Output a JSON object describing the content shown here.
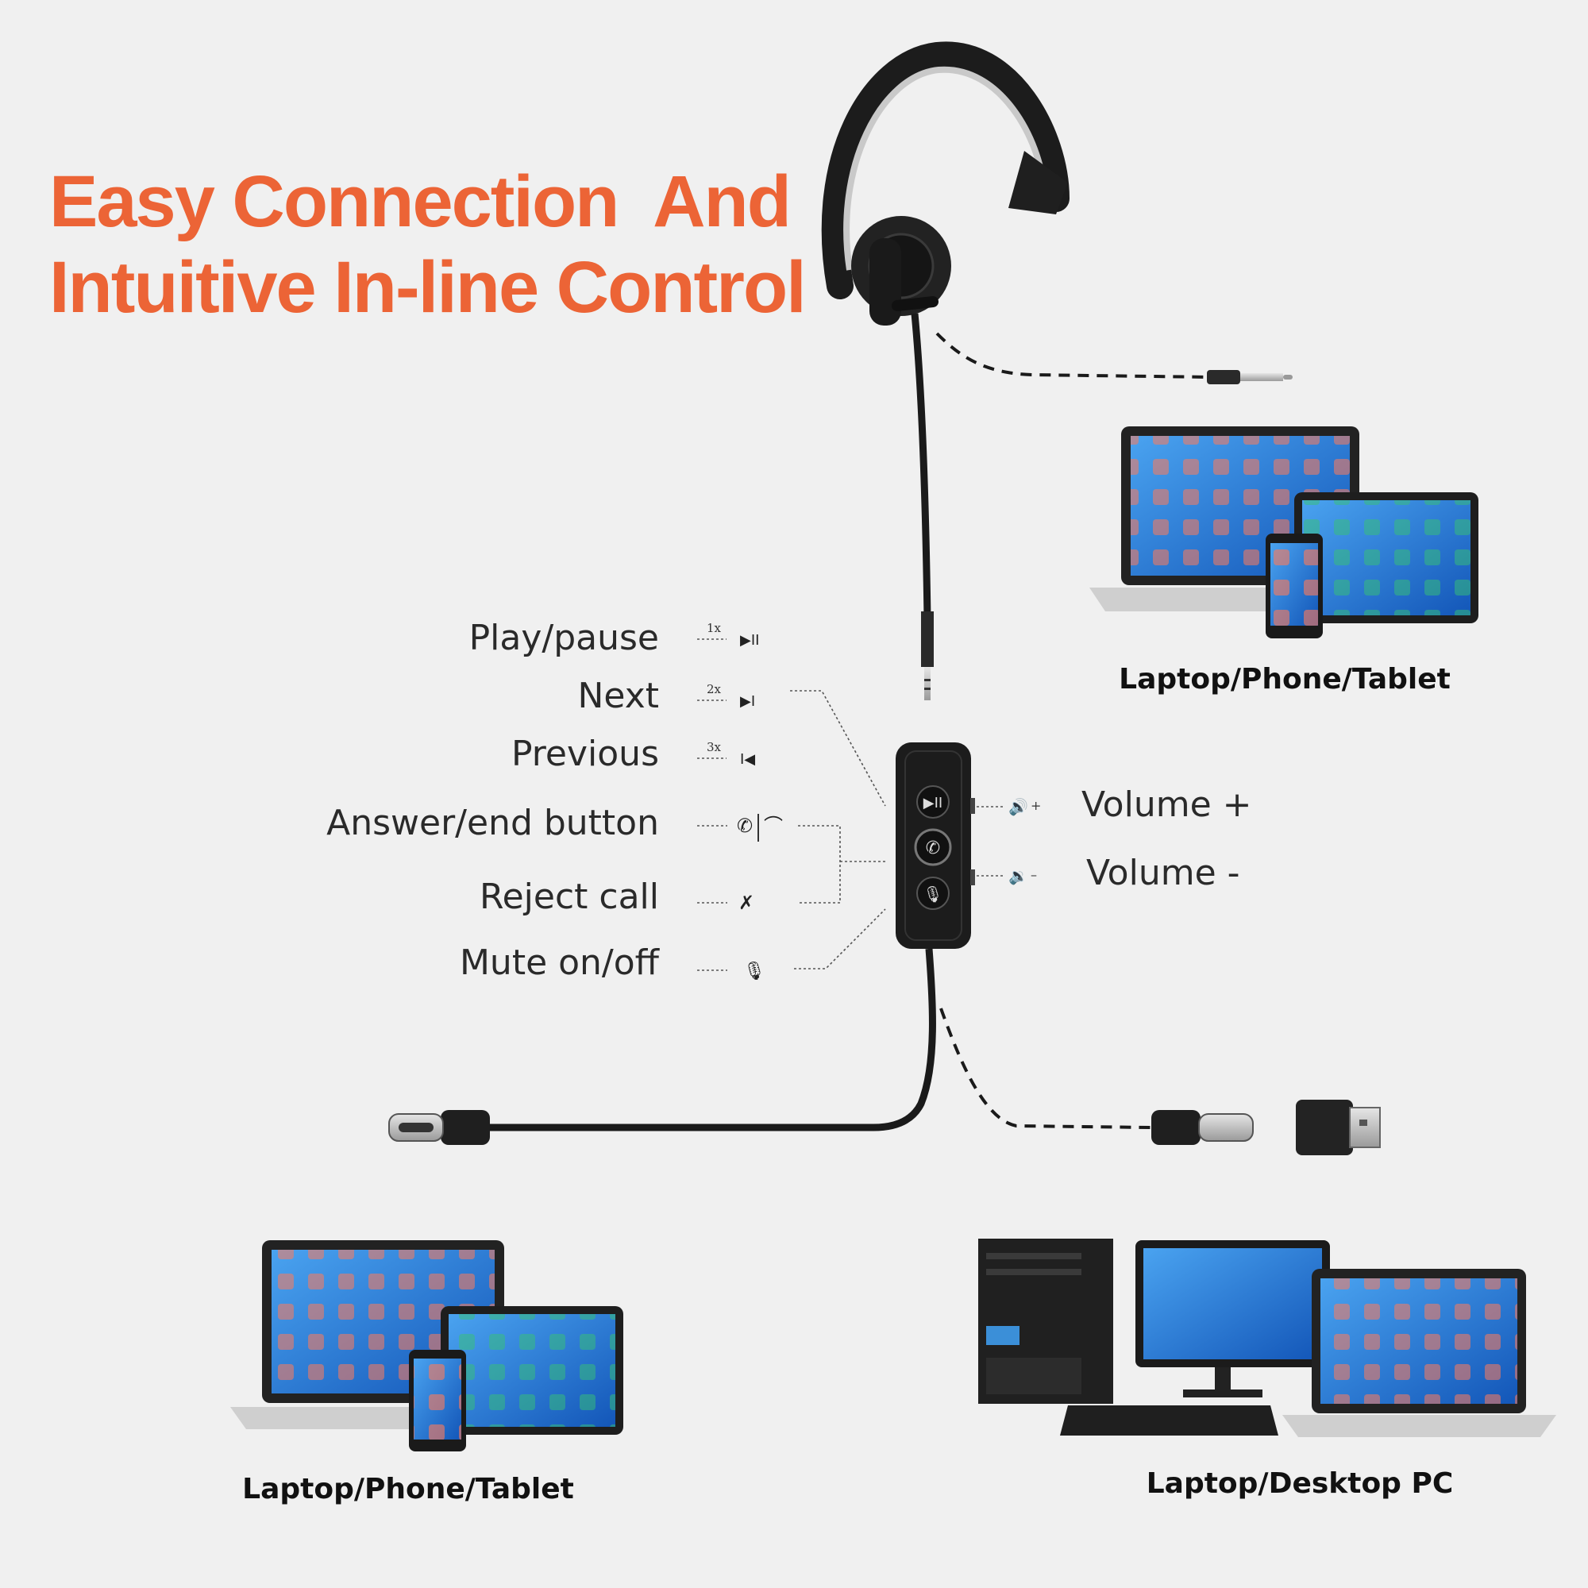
{
  "title": {
    "line1": "Easy Connection  And",
    "line2": "Intuitive In-line Control"
  },
  "controls": [
    {
      "label": "Play/pause",
      "press": "1x",
      "glyph": "▶II",
      "icon": "play-pause-icon"
    },
    {
      "label": "Next",
      "press": "2x",
      "glyph": "▶I",
      "icon": "next-icon"
    },
    {
      "label": "Previous",
      "press": "3x",
      "glyph": "I◀",
      "icon": "previous-icon"
    },
    {
      "label": "Answer/end button",
      "icon": "answer-end-icon"
    },
    {
      "label": "Reject call",
      "icon": "reject-call-icon"
    },
    {
      "label": "Mute on/off",
      "icon": "mute-icon"
    }
  ],
  "volume": {
    "up_label": "Volume +",
    "down_label": "Volume -",
    "up_sign": "+",
    "down_sign": "–"
  },
  "devices": {
    "top_right": "Laptop/Phone/Tablet",
    "bottom_left": "Laptop/Phone/Tablet",
    "bottom_right": "Laptop/Desktop PC"
  },
  "colors": {
    "title": "#ec6436",
    "background": "#f0f0f0",
    "cable": "#1a1a1a",
    "screen": "#1f7ad6"
  }
}
